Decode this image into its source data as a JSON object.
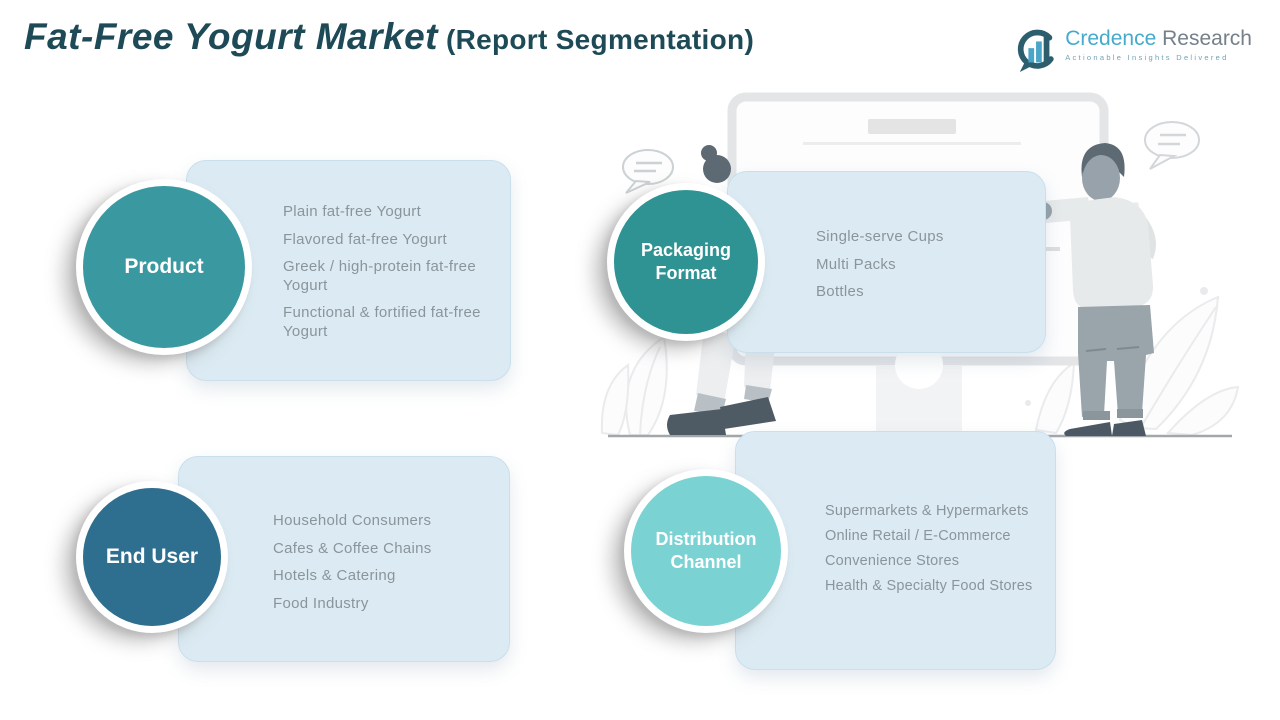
{
  "header": {
    "title_main": "Fat-Free Yogurt Market",
    "title_sub": "(Report Segmentation)"
  },
  "logo": {
    "name_primary": "Credence",
    "name_secondary": "Research",
    "tagline": "Actionable Insights Delivered"
  },
  "segments": [
    {
      "id": "product",
      "label": "Product",
      "circle_color": "#3a99a0",
      "items": [
        "Plain fat-free Yogurt",
        "Flavored fat-free Yogurt",
        "Greek / high-protein fat-free Yogurt",
        "Functional & fortified fat-free Yogurt"
      ]
    },
    {
      "id": "packaging-format",
      "label": "Packaging Format",
      "circle_color": "#2f9394",
      "items": [
        "Single-serve Cups",
        "Multi Packs",
        "Bottles"
      ]
    },
    {
      "id": "end-user",
      "label": "End User",
      "circle_color": "#2e6e8e",
      "items": [
        "Household Consumers",
        "Cafes & Coffee Chains",
        "Hotels & Catering",
        "Food Industry"
      ]
    },
    {
      "id": "distribution-channel",
      "label": "Distribution Channel",
      "circle_color": "#7bd2d3",
      "items": [
        "Supermarkets & Hypermarkets",
        "Online Retail / E-Commerce",
        "Convenience Stores",
        "Health & Specialty Food Stores"
      ]
    }
  ],
  "colors": {
    "title": "#1d4a56",
    "panel_bg": "#dcebf3",
    "panel_text": "#8b949b",
    "logo_primary": "#45aace",
    "logo_secondary": "#75808a"
  }
}
